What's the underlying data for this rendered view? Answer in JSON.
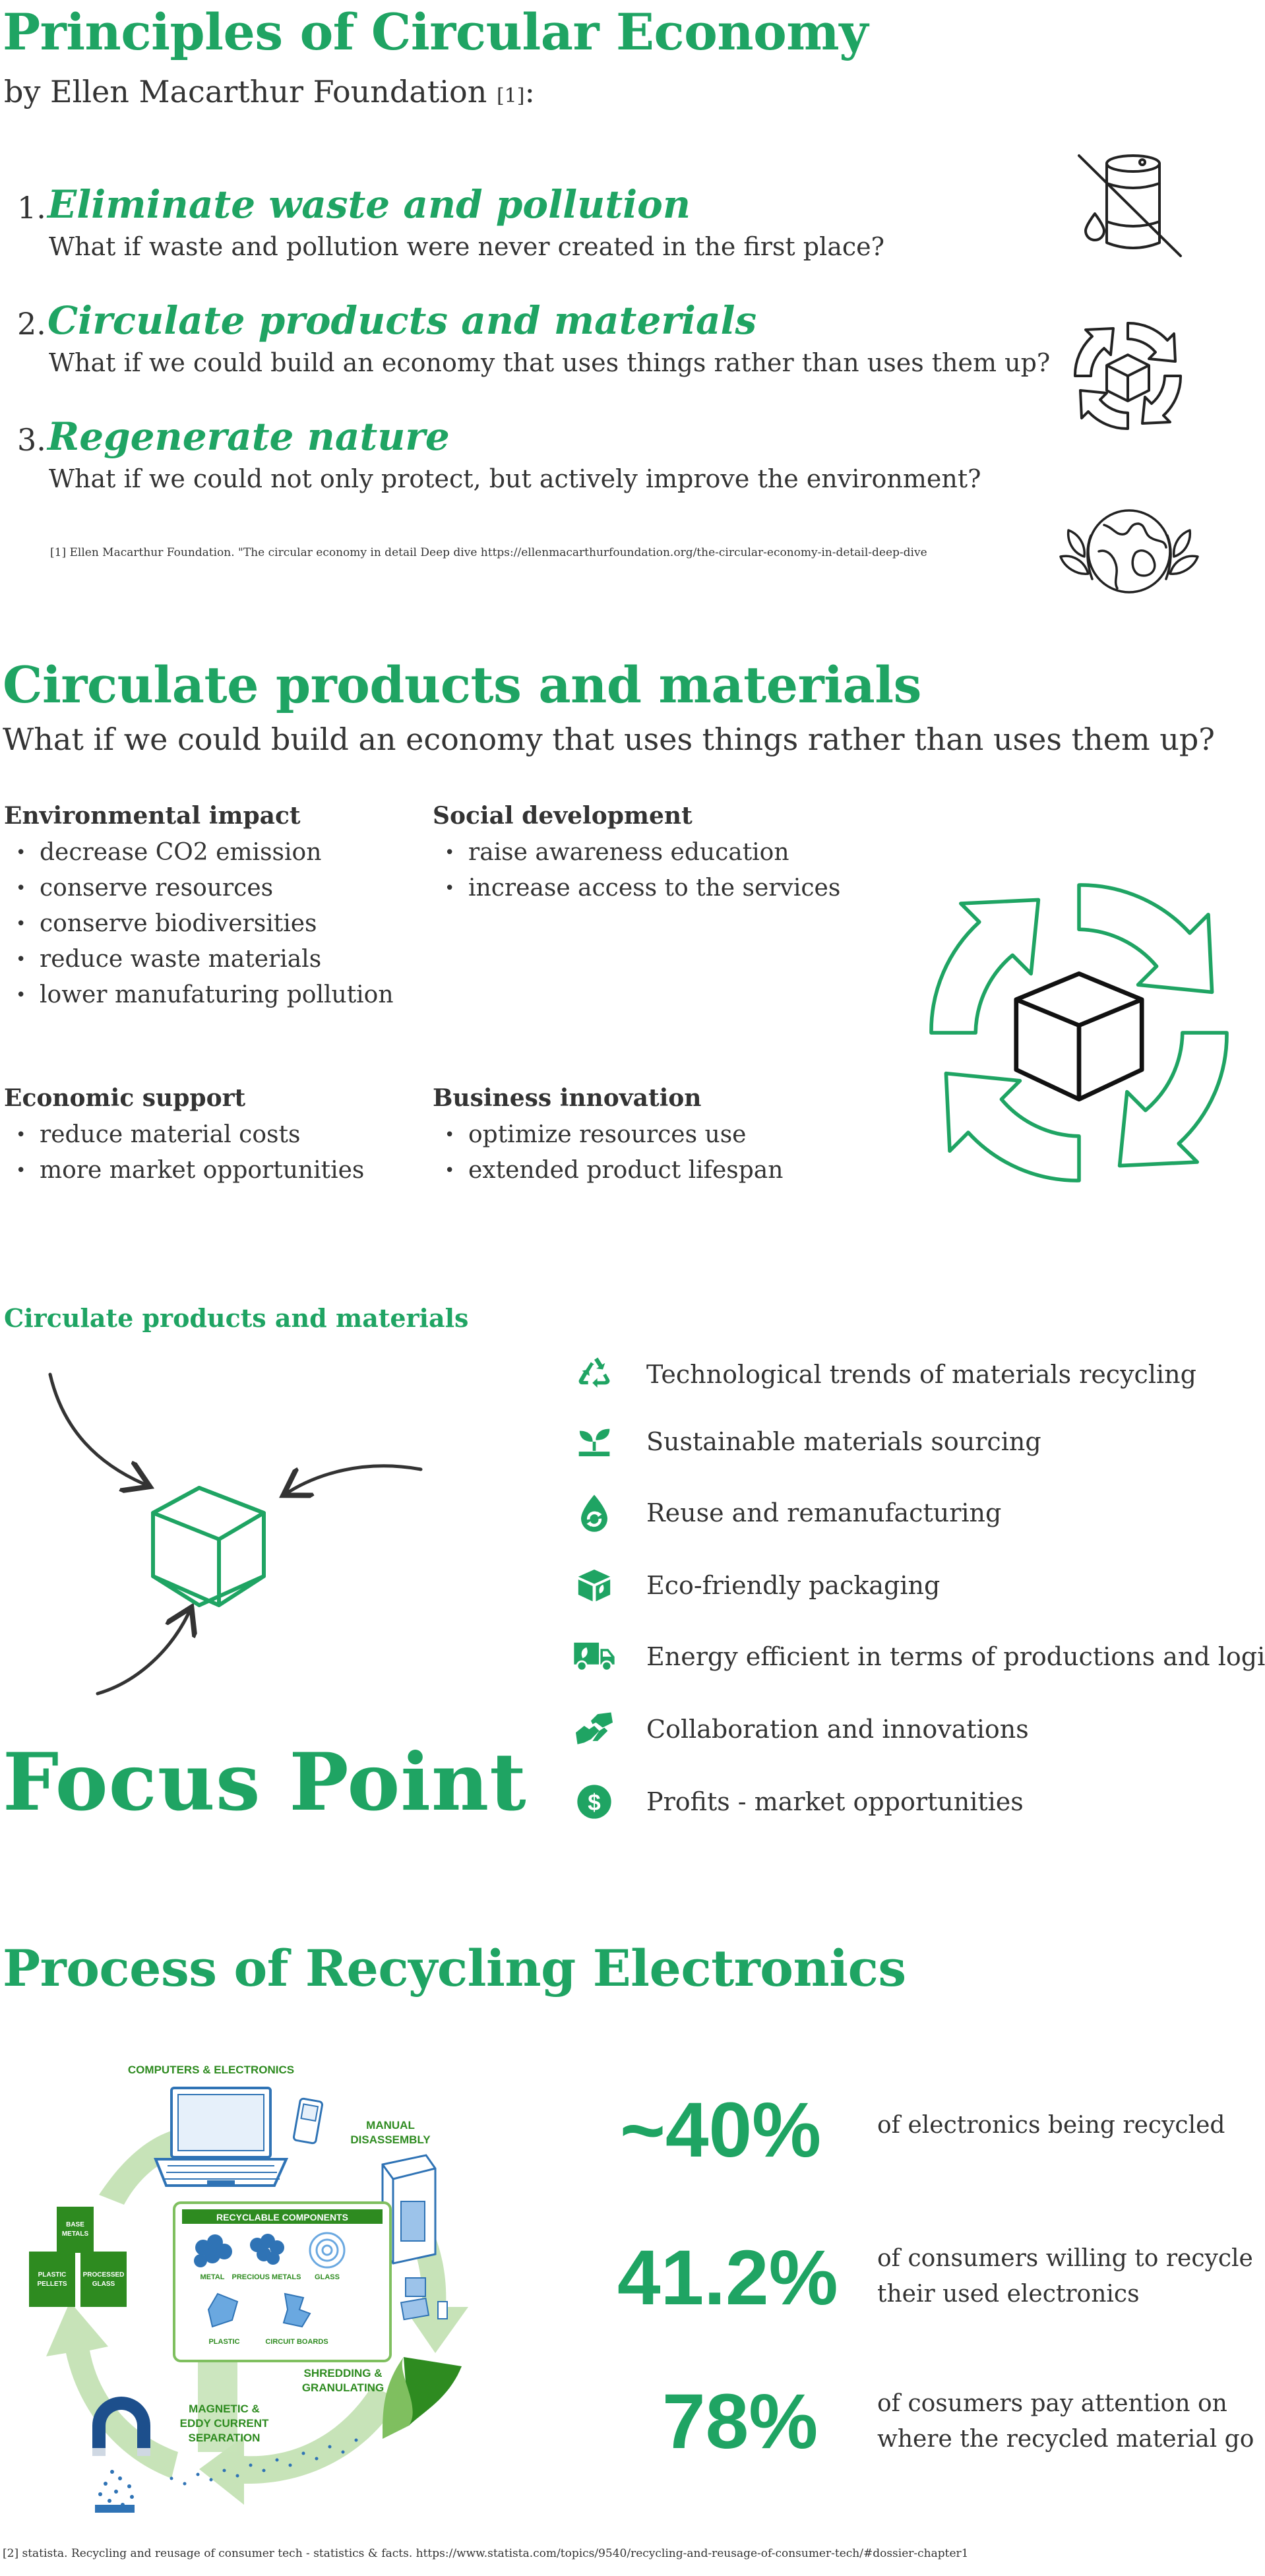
{
  "section1": {
    "title": "Principles of Circular Economy",
    "byline": "by  Ellen Macarthur Foundation",
    "byline_ref": "[1]",
    "byline_colon": ":",
    "principles": [
      {
        "num": "1.",
        "title": "Eliminate waste and pollution",
        "desc": "What if waste and pollution were never created in the first place?"
      },
      {
        "num": "2.",
        "title": "Circulate products and materials",
        "desc": "What if we could build an economy that uses things rather than uses them up?"
      },
      {
        "num": "3.",
        "title": "Regenerate nature",
        "desc": "What if we could not only protect, but actively improve the environment?"
      }
    ],
    "footnote": "[1] Ellen Macarthur Foundation. \"The circular economy in detail Deep dive  https://ellenmacarthurfoundation.org/the-circular-economy-in-detail-deep-dive"
  },
  "section2": {
    "title": "Circulate products and materials",
    "subtitle": "What if we could build an economy that uses things rather than uses them up?",
    "categories": [
      {
        "title": "Environmental impact",
        "items": [
          "decrease CO2 emission",
          "conserve resources",
          "conserve biodiversities",
          "reduce waste materials",
          "lower manufaturing pollution"
        ]
      },
      {
        "title": "Social development",
        "items": [
          "raise awareness education",
          "increase access to the services"
        ]
      },
      {
        "title": "Economic support",
        "items": [
          "reduce material costs",
          "more market opportunities"
        ]
      },
      {
        "title": "Business innovation",
        "items": [
          "optimize resources use",
          "extended product lifespan"
        ]
      }
    ]
  },
  "section3": {
    "title": "Circulate products and materials",
    "focus": "Focus Point",
    "trends": [
      {
        "icon": "recycle-icon",
        "label": "Technological trends of materials recycling"
      },
      {
        "icon": "sprout-icon",
        "label": "Sustainable materials sourcing"
      },
      {
        "icon": "reuse-drop-icon",
        "label": "Reuse and remanufacturing"
      },
      {
        "icon": "eco-package-icon",
        "label": "Eco-friendly packaging"
      },
      {
        "icon": "truck-icon",
        "label": "Energy efficient in terms of productions and logistics"
      },
      {
        "icon": "handshake-icon",
        "label": "Collaboration and innovations"
      },
      {
        "icon": "dollar-icon",
        "label": "Profits - market opportunities"
      }
    ]
  },
  "section4": {
    "title": "Process of Recycling Electronics",
    "diagram": {
      "computers": "COMPUTERS & ELECTRONICS",
      "manual1": "MANUAL",
      "manual2": "DISASSEMBLY",
      "components": "RECYCLABLE COMPONENTS",
      "metal": "METAL",
      "precious": "PRECIOUS METALS",
      "glass": "GLASS",
      "plastic": "PLASTIC",
      "boards": "CIRCUIT BOARDS",
      "shred1": "SHREDDING &",
      "shred2": "GRANULATING",
      "mag1": "MAGNETIC &",
      "mag2": "EDDY CURRENT",
      "mag3": "SEPARATION",
      "base1": "BASE",
      "base2": "METALS",
      "pellets1": "PLASTIC",
      "pellets2": "PELLETS",
      "pglass1": "PROCESSED",
      "pglass2": "GLASS"
    },
    "stats": [
      {
        "value": "~40%",
        "line1": "of electronics being recycled",
        "line2": ""
      },
      {
        "value": "41.2%",
        "line1": "of consumers willing to recycle",
        "line2": "their used electronics"
      },
      {
        "value": "78%",
        "line1": "of cosumers pay attention on",
        "line2": "where the recycled material go"
      }
    ],
    "footnote": "[2] statista. Recycling and reusage of consumer tech - statistics & facts. https://www.statista.com/topics/9540/recycling-and-reusage-of-consumer-tech/#dossier-chapter1"
  },
  "colors": {
    "accent": "#1fa463",
    "text": "#333333",
    "diagram_green": "#2e8b20",
    "diagram_light": "#c7e3b8",
    "diagram_blue": "#2f73b5"
  }
}
